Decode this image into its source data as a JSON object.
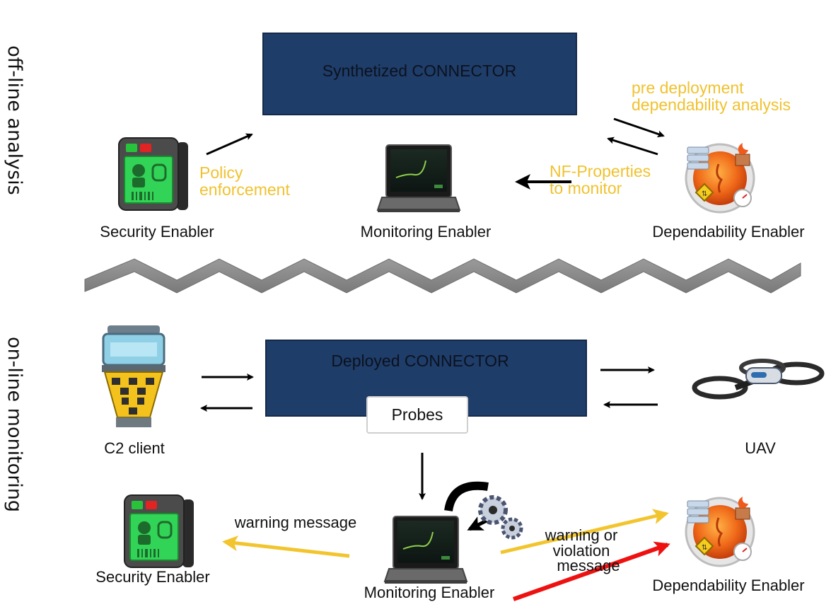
{
  "phases": {
    "offline": "off-line analysis",
    "online": "on-line monitoring"
  },
  "offline": {
    "connector": "Synthetized CONNECTOR",
    "security_enabler": "Security Enabler",
    "monitoring_enabler": "Monitoring Enabler",
    "dependability_enabler": "Dependability Enabler",
    "policy_line1": "Policy",
    "policy_line2": "enforcement",
    "nf_line1": "NF-Properties",
    "nf_line2": "to monitor",
    "predeploy_line1": "pre deployment",
    "predeploy_line2": "dependability analysis"
  },
  "online": {
    "connector": "Deployed CONNECTOR",
    "probes": "Probes",
    "c2_client": "C2 client",
    "uav": "UAV",
    "security_enabler": "Security Enabler",
    "monitoring_enabler": "Monitoring Enabler",
    "dependability_enabler": "Dependability Enabler",
    "warning_message": "warning message",
    "violation_line1": "warning or",
    "violation_line2": "violation",
    "violation_line3": "message"
  },
  "colors": {
    "connector_fill": "#1f3d69",
    "highlight_text": "#f0c230",
    "yellow_arrow": "#f2c52e",
    "red_arrow": "#ee1111"
  },
  "icons": {
    "security": "security-terminal-icon",
    "monitoring": "monitor-laptop-icon",
    "dependability": "dependability-shield-icon",
    "c2": "control-tower-icon",
    "uav": "drone-icon",
    "gears": "gears-icon"
  }
}
